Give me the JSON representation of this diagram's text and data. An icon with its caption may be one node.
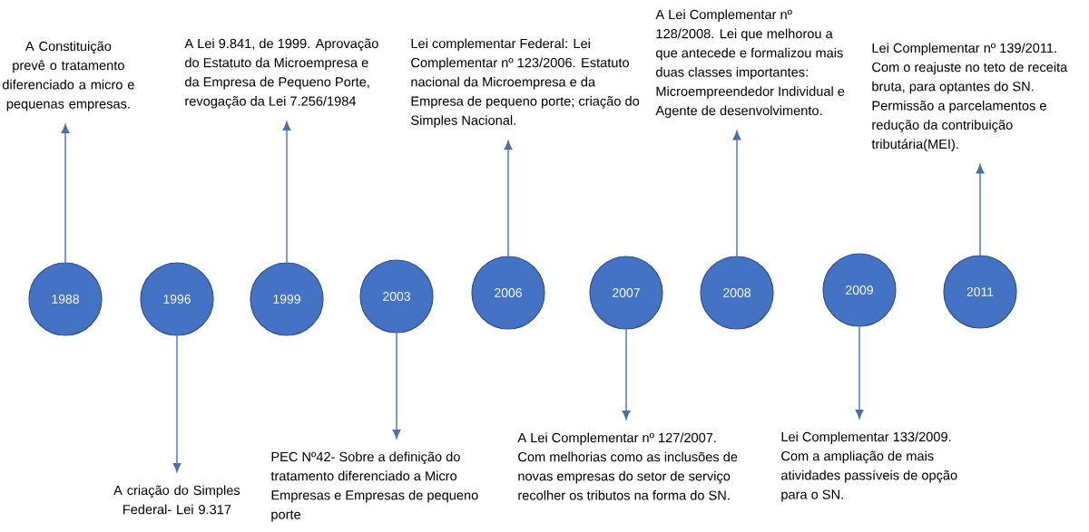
{
  "diagram": {
    "nodes": [
      {
        "text": [
          "1988"
        ]
      },
      {
        "text": [
          "1996"
        ]
      },
      {
        "text": [
          "1999"
        ]
      },
      {
        "text": [
          "2003"
        ]
      },
      {
        "text": [
          "2006"
        ]
      },
      {
        "text": [
          "2007"
        ]
      },
      {
        "text": [
          "2008"
        ]
      },
      {
        "text": [
          "2009"
        ]
      },
      {
        "text": [
          "2011"
        ]
      },
      {
        "text": [
          "A Constituição prevê o tratamento diferenciado a micro e pequenas empresas."
        ]
      },
      {
        "text": [
          "A Lei 9.841, de 1999. Aprovação do Estatuto da Microempresa e da Empresa de Pequeno Porte, revogação da Lei 7.256/1984"
        ]
      },
      {
        "text": [
          "Lei complementar Federal: Lei Complementar nº 123/2006. Estatuto nacional da Microempresa e da Empresa de pequeno porte; criação do Simples Nacional."
        ]
      },
      {
        "text": [
          "A Lei Complementar nº 128/2008. Lei que melhorou a que antecede e formalizou mais duas classes importantes: Microempreendedor Individual e Agente de desenvolvimento."
        ]
      },
      {
        "text": [
          "Lei Complementar nº 139/2011. Com o reajuste no teto de receita bruta, para optantes do SN. Permissão a parcelamentos e redução da contribuição tributária(MEI)."
        ]
      },
      {
        "text": [
          "A criação do Simples Federal- Lei 9.317"
        ]
      },
      {
        "text": [
          "PEC Nº42- Sobre a definição do tratamento diferenciado a Micro Empresas e Empresas de pequeno porte"
        ]
      },
      {
        "text": [
          "A Lei Complementar nº 127/2007. Com melhorias como as inclusões de novas empresas do setor de serviço recolher os tributos na forma do SN."
        ]
      },
      {
        "text": [
          "Lei Complementar 133/2009. Com a ampliação de mais atividades passíveis de opção para o SN."
        ]
      }
    ],
    "edges": [
      {
        "from": 0,
        "to": 9,
        "arrow": "to"
      },
      {
        "from": 1,
        "to": 14,
        "arrow": "to"
      },
      {
        "from": 2,
        "to": 10,
        "arrow": "to"
      },
      {
        "from": 3,
        "to": 15,
        "arrow": "to"
      },
      {
        "from": 4,
        "to": 11,
        "arrow": "to"
      },
      {
        "from": 5,
        "to": 16,
        "arrow": "to"
      },
      {
        "from": 6,
        "to": 12,
        "arrow": "to"
      },
      {
        "from": 7,
        "to": 17,
        "arrow": "to"
      },
      {
        "from": 8,
        "to": 13,
        "arrow": "to"
      }
    ]
  }
}
